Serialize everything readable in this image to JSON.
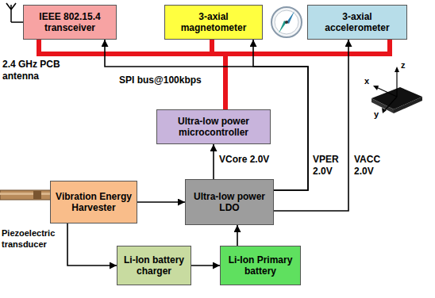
{
  "diagram": {
    "nodes": [
      {
        "text": [
          "IEEE 802.15.4 transceiver"
        ]
      },
      {
        "text": [
          "3-axial magnetometer"
        ]
      },
      {
        "text": [
          "3-axial accelerometer"
        ]
      },
      {
        "text": [
          "Ultra-low power microcontroller"
        ]
      },
      {
        "text": [
          "Vibration Energy Harvester"
        ]
      },
      {
        "text": [
          "Ultra-low power LDO"
        ]
      },
      {
        "text": [
          "Li-Ion battery charger"
        ]
      },
      {
        "text": [
          "Li-Ion Primary battery"
        ]
      }
    ],
    "edges": [
      {
        "from": 3,
        "to": 0,
        "arrow": "none"
      },
      {
        "from": 3,
        "to": 1,
        "arrow": "none"
      },
      {
        "from": 3,
        "to": 2,
        "arrow": "none"
      },
      {
        "from": 5,
        "to": 3,
        "arrow": "to"
      },
      {
        "from": 5,
        "to": 0,
        "arrow": "to"
      },
      {
        "from": 5,
        "to": 1,
        "arrow": "to"
      },
      {
        "from": 5,
        "to": 2,
        "arrow": "to"
      },
      {
        "from": 4,
        "to": 5,
        "arrow": "to"
      },
      {
        "from": 4,
        "to": 6,
        "arrow": "to"
      },
      {
        "from": 6,
        "to": 7,
        "arrow": "to"
      },
      {
        "from": 7,
        "to": 5,
        "arrow": "to"
      }
    ],
    "labels": [
      "2.4 GHz PCB antenna",
      "SPI bus@100kbps",
      "VCore 2.0V",
      "VPER 2.0V",
      "VACC 2.0V",
      "Piezoelectric transducer",
      "z",
      "x",
      "y"
    ]
  }
}
